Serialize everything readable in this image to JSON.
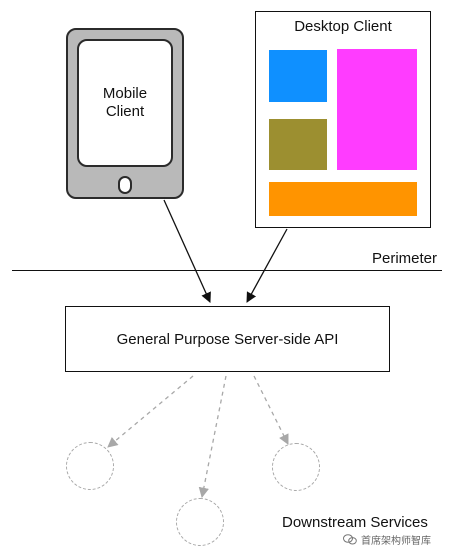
{
  "mobile_client": {
    "label": "Mobile\nClient"
  },
  "desktop_client": {
    "title": "Desktop Client",
    "blocks": [
      {
        "name": "block-blue",
        "color": "#0f90ff"
      },
      {
        "name": "block-magenta",
        "color": "#ff3cff"
      },
      {
        "name": "block-olive",
        "color": "#9c8f30"
      },
      {
        "name": "block-orange",
        "color": "#ff9400"
      }
    ]
  },
  "perimeter": {
    "label": "Perimeter"
  },
  "api": {
    "label": "General Purpose Server-side API"
  },
  "downstream": {
    "label": "Downstream Services",
    "services": [
      "service-1",
      "service-2",
      "service-3"
    ]
  },
  "watermark": {
    "text": "首席架构师智库"
  }
}
